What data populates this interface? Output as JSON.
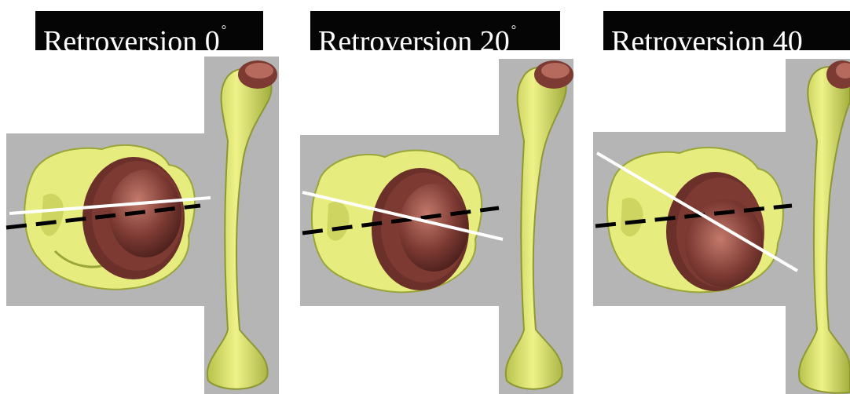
{
  "panels": [
    {
      "title": "Retroversion 0",
      "degree": "°",
      "angle_deg": 0
    },
    {
      "title": "Retroversion 20",
      "degree": "°",
      "angle_deg": 20
    },
    {
      "title": "Retroversion 40",
      "degree": "",
      "angle_deg": 40
    }
  ],
  "colors": {
    "background": "#ffffff",
    "box": "#b5b5b5",
    "bone": "#e6ec7e",
    "bone_shadow": "#9aa53a",
    "implant": "#7c3a33",
    "implant_light": "#b56a5d",
    "reference_line": "#000000",
    "implant_axis": "#ffffff",
    "title_bg": "#050505",
    "title_text": "#ffffff"
  }
}
